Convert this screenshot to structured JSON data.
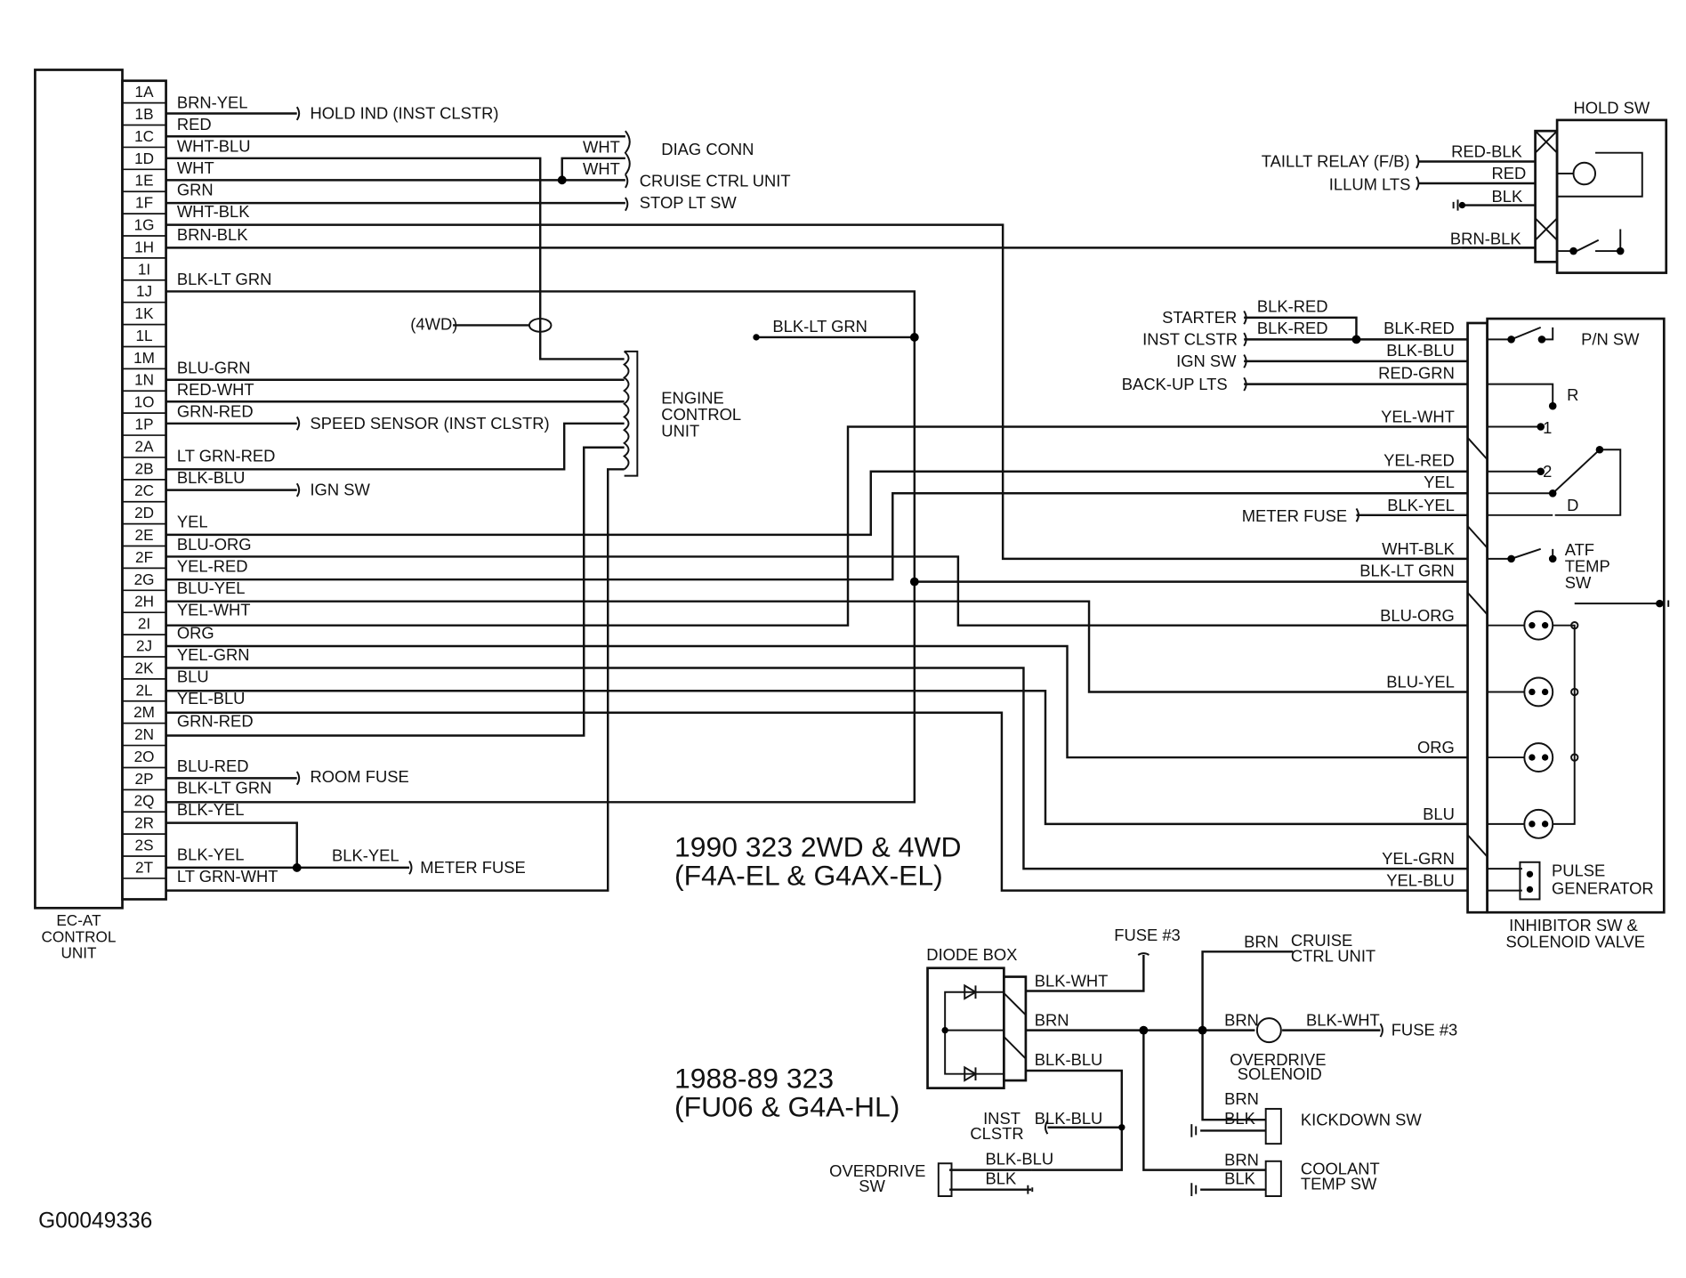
{
  "ecu": {
    "label_lines": [
      "EC-AT",
      "CONTROL",
      "UNIT"
    ],
    "pins": [
      "1A",
      "1B",
      "1C",
      "1D",
      "1E",
      "1F",
      "1G",
      "1H",
      "1I",
      "1J",
      "1K",
      "1L",
      "1M",
      "1N",
      "1O",
      "1P",
      "2A",
      "2B",
      "2C",
      "2D",
      "2E",
      "2F",
      "2G",
      "2H",
      "2I",
      "2J",
      "2K",
      "2L",
      "2M",
      "2N",
      "2O",
      "2P",
      "2Q",
      "2R",
      "2S",
      "2T"
    ]
  },
  "wire_labels": {
    "1A": "BRN-YEL",
    "1B": "RED",
    "1C": "WHT-BLU",
    "1D": "WHT",
    "1E": "GRN",
    "1F": "WHT-BLK",
    "1G": "BRN-BLK",
    "1J": "BLK-LT GRN",
    "1M": "BLU-GRN",
    "1N": "RED-WHT",
    "1O": "GRN-RED",
    "1P": "LT GRN-RED",
    "2A": "BLK-BLU",
    "2C": "YEL",
    "2D": "BLU-ORG",
    "2E": "YEL-RED",
    "2F": "BLU-YEL",
    "2G": "YEL-WHT",
    "2H": "ORG",
    "2I": "YEL-GRN",
    "2J": "BLU",
    "2K": "YEL-BLU",
    "2L": "GRN-RED",
    "2N": "BLU-RED",
    "2O": "BLK-LT GRN",
    "2P": "BLK-YEL",
    "2R": "BLK-YEL",
    "2S": "LT GRN-WHT"
  },
  "destinations": {
    "hold_ind": "HOLD IND (INST CLSTR)",
    "diag_conn": "DIAG CONN",
    "cruise_ctrl": "CRUISE CTRL UNIT",
    "stop_lt": "STOP LT SW",
    "engine_control": [
      "ENGINE",
      "CONTROL",
      "UNIT"
    ],
    "speed_sensor": "SPEED SENSOR (INST CLSTR)",
    "ign_sw": "IGN SW",
    "room_fuse": "ROOM FUSE",
    "meter_fuse": "METER FUSE",
    "fwd": "(4WD)",
    "wht": "WHT",
    "blk_yel": "BLK-YEL",
    "blk_lt_grn": "BLK-LT GRN"
  },
  "hold_sw": {
    "title": "HOLD SW",
    "taillt_relay": "TAILLT RELAY (F/B)",
    "illum_lts": "ILLUM LTS",
    "wires": [
      "RED-BLK",
      "RED",
      "BLK",
      "BRN-BLK"
    ]
  },
  "inhibitor": {
    "title_lines": [
      "INHIBITOR SW &",
      "SOLENOID VALVE"
    ],
    "left_labels": [
      "STARTER",
      "INST CLSTR",
      "IGN SW",
      "BACK-UP LTS"
    ],
    "left_wires": [
      "BLK-RED",
      "BLK-RED"
    ],
    "meter_fuse": "METER FUSE",
    "wires": [
      "BLK-RED",
      "BLK-BLU",
      "RED-GRN",
      "YEL-WHT",
      "YEL-RED",
      "YEL",
      "BLK-YEL",
      "WHT-BLK",
      "BLK-LT GRN",
      "BLU-ORG",
      "BLU-YEL",
      "ORG",
      "BLU",
      "YEL-GRN",
      "YEL-BLU"
    ],
    "pn_sw": "P/N SW",
    "r": "R",
    "one": "1",
    "two": "2",
    "d": "D",
    "atf_lines": [
      "ATF",
      "TEMP",
      "SW"
    ],
    "pulse_lines": [
      "PULSE",
      "GENERATOR"
    ]
  },
  "titles": {
    "t1990_a": "1990 323 2WD & 4WD",
    "t1990_b": "(F4A-EL & G4AX-EL)",
    "t1988_a": "1988-89 323",
    "t1988_b": "(FU06 & G4A-HL)"
  },
  "lower": {
    "diode_box": "DIODE BOX",
    "fuse3": "FUSE #3",
    "brn": "BRN",
    "blk": "BLK",
    "blk_wht": "BLK-WHT",
    "blk_blu": "BLK-BLU",
    "cruise_lines": [
      "CRUISE",
      "CTRL UNIT"
    ],
    "overdrive_sol_lines": [
      "OVERDRIVE",
      "SOLENOID"
    ],
    "inst_clstr_lines": [
      "INST",
      "CLSTR"
    ],
    "kickdown": "KICKDOWN SW",
    "coolant_lines": [
      "COOLANT",
      "TEMP SW"
    ],
    "overdrive_sw_lines": [
      "OVERDRIVE",
      "SW"
    ]
  },
  "code": "G00049336"
}
